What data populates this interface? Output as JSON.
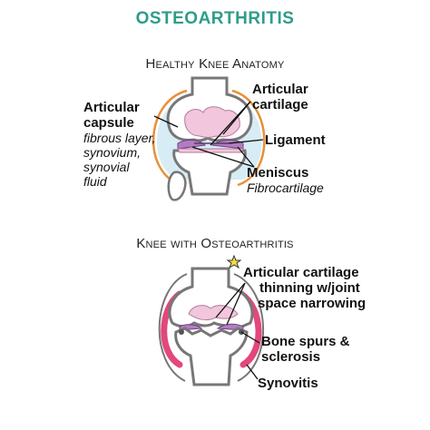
{
  "title": "OSTEOARTHRITIS",
  "healthy": {
    "subtitle": "Healthy Knee Anatomy",
    "articular_capsule": {
      "name_line1": "Articular",
      "name_line2": "capsule",
      "parts": [
        "fibrous layer,",
        "synovium,",
        "synovial",
        "fluid"
      ]
    },
    "articular_cartilage": {
      "line1": "Articular",
      "line2": "cartilage"
    },
    "ligament": "Ligament",
    "meniscus": {
      "name": "Meniscus",
      "desc": "Fibrocartilage"
    }
  },
  "oa": {
    "subtitle": "Knee with Osteoarthritis",
    "cartilage_thinning": {
      "line1": "Articular cartilage",
      "line2": "thinning w/joint",
      "line3": "space narrowing"
    },
    "bone_spurs": {
      "line1": "Bone spurs &",
      "line2": "sclerosis"
    },
    "synovitis": "Synovitis"
  },
  "colors": {
    "title": "#2e9c8a",
    "capsule_outline": "#e8903a",
    "synovial_fluid": "#d7ecf4",
    "cartilage": "#f2c6dc",
    "meniscus": "#b27dc0",
    "synovitis": "#e2487a",
    "star": "#f3e03a"
  }
}
